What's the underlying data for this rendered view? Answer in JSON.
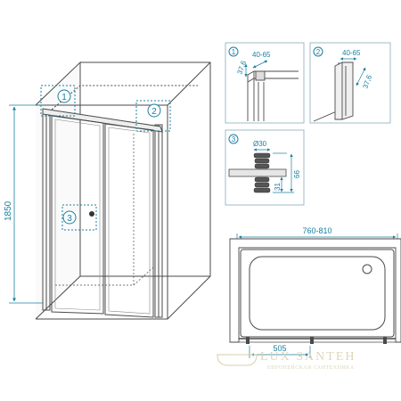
{
  "palette": {
    "line": "#4a4a4a",
    "dimension": "#1a7fa0",
    "detail_fill": "#e9e9e9",
    "watermark": "#d9cfae"
  },
  "callouts": {
    "c1": "1",
    "c2": "2",
    "c3": "3"
  },
  "dimensions": {
    "height": "1850",
    "detail1_depth": "37,6",
    "detail1_range": "40-65",
    "detail2_range": "40-65",
    "detail2_depth": "37,6",
    "handle_diameter": "Ø30",
    "handle_31": "31",
    "handle_66": "66",
    "tub_width": "760-810",
    "door_width": "505"
  },
  "watermark": {
    "brand": "LUX SANTEH",
    "tagline": "ЕВРОПЕЙСКАЯ САНТЕХНИКА"
  }
}
